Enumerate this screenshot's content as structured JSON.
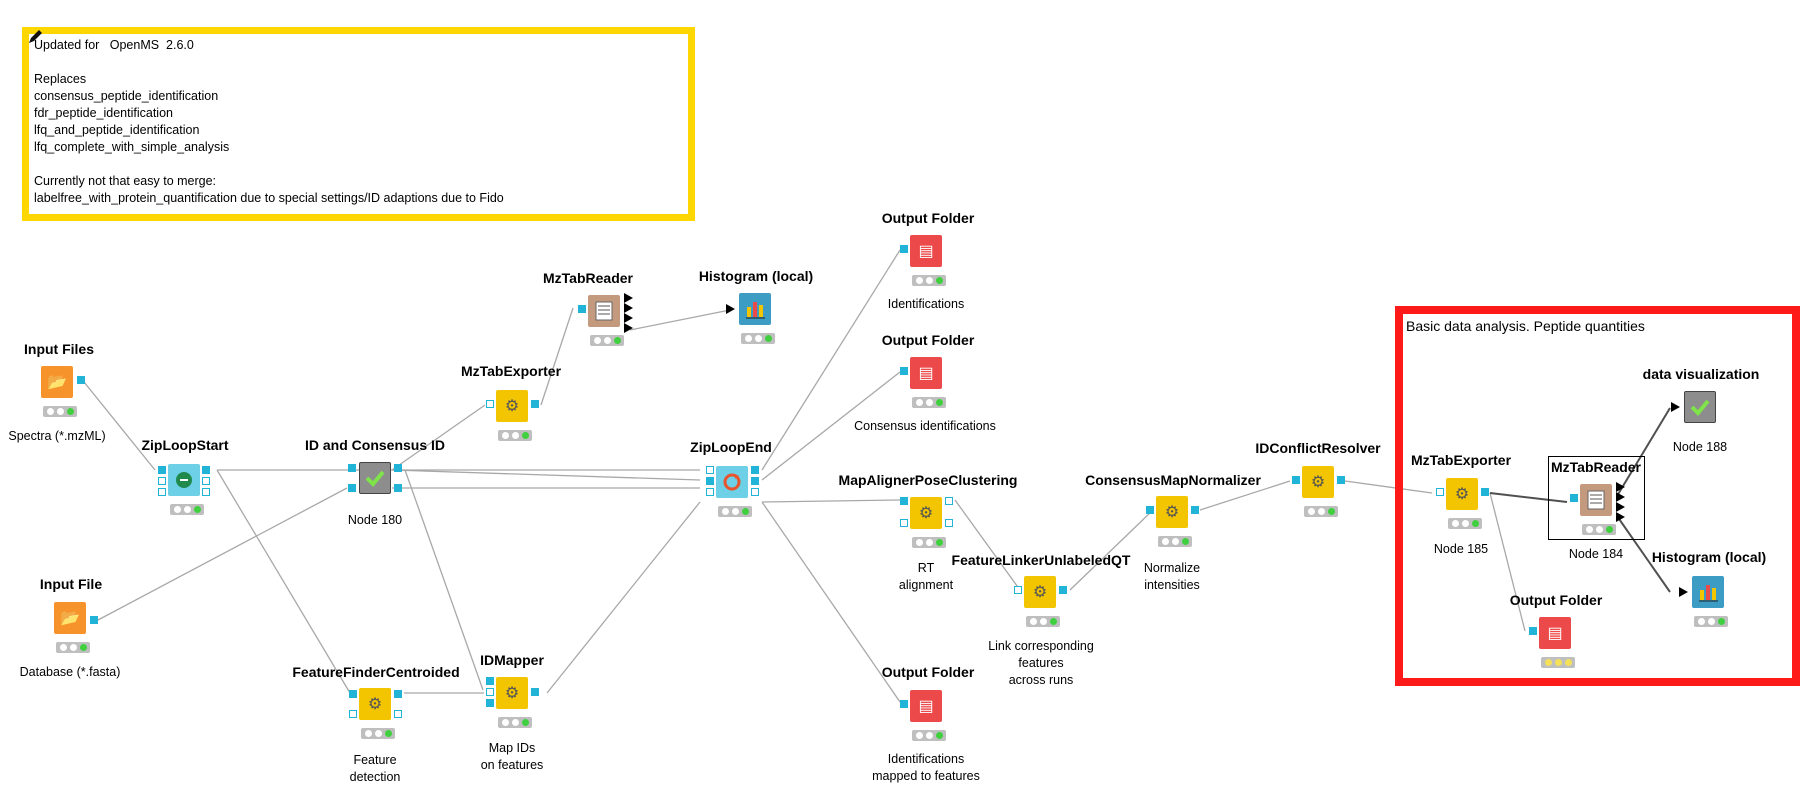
{
  "annotations": {
    "yellow_text": "Updated for   OpenMS  2.6.0\n\nReplaces\nconsensus_peptide_identification\nfdr_peptide_identification\nlfq_and_peptide_identification\nlfq_complete_with_simple_analysis\n\nCurrently not that easy to merge:\nlabelfree_with_protein_quantification due to special settings/ID adaptions due to Fido",
    "red_text": "Basic data analysis. Peptide quantities",
    "yellow_color": "#ffd700",
    "red_color": "#ff1a1a"
  },
  "nodes": {
    "input_files": {
      "title": "Input Files",
      "label": "Spectra (*.mzML)",
      "icon": "folder-icon"
    },
    "input_file": {
      "title": "Input File",
      "label": "Database (*.fasta)",
      "icon": "folder-icon"
    },
    "zip_loop_start": {
      "title": "ZipLoopStart",
      "label": "",
      "icon": "loop-start-icon"
    },
    "id_consensus": {
      "title": "ID and Consensus ID",
      "label": "Node 180",
      "icon": "checkmark-icon"
    },
    "mztab_exporter_1": {
      "title": "MzTabExporter",
      "label": "",
      "icon": "gear-doc-icon"
    },
    "mztab_reader_1": {
      "title": "MzTabReader",
      "label": "",
      "icon": "table-icon"
    },
    "histogram_1": {
      "title": "Histogram (local)",
      "label": "",
      "icon": "bar-chart-icon"
    },
    "feature_finder": {
      "title": "FeatureFinderCentroided",
      "label": "Feature\ndetection",
      "icon": "gear-doc-icon"
    },
    "id_mapper": {
      "title": "IDMapper",
      "label": "Map IDs\non features",
      "icon": "gear-doc-icon"
    },
    "zip_loop_end": {
      "title": "ZipLoopEnd",
      "label": "",
      "icon": "loop-end-icon"
    },
    "output_folder_1": {
      "title": "Output Folder",
      "label": "Identifications",
      "icon": "output-folder-icon"
    },
    "output_folder_2": {
      "title": "Output Folder",
      "label": "Consensus identifications",
      "icon": "output-folder-icon"
    },
    "output_folder_3": {
      "title": "Output Folder",
      "label": "Identifications\nmapped to features",
      "icon": "output-folder-icon"
    },
    "map_aligner": {
      "title": "MapAlignerPoseClustering",
      "label": "RT\nalignment",
      "icon": "gear-doc-icon"
    },
    "feature_linker": {
      "title": "FeatureLinkerUnlabeledQT",
      "label": "Link corresponding\nfeatures\nacross runs",
      "icon": "gear-doc-icon"
    },
    "consensus_normalizer": {
      "title": "ConsensusMapNormalizer",
      "label": "Normalize\nintensities",
      "icon": "gear-doc-icon"
    },
    "id_conflict_resolver": {
      "title": "IDConflictResolver",
      "label": "",
      "icon": "gear-doc-icon"
    },
    "mztab_exporter_2": {
      "title": "MzTabExporter",
      "label": "Node 185",
      "icon": "gear-doc-icon"
    },
    "mztab_reader_2": {
      "title": "MzTabReader",
      "label": "Node 184",
      "icon": "table-icon"
    },
    "data_visualization": {
      "title": "data visualization",
      "label": "Node 188",
      "icon": "checkmark-icon"
    },
    "histogram_2": {
      "title": "Histogram (local)",
      "label": "",
      "icon": "bar-chart-icon"
    },
    "output_folder_4": {
      "title": "Output Folder",
      "label": "",
      "icon": "output-folder-icon"
    }
  },
  "colors": {
    "port": "#22b4d6",
    "connection": "#a0a0a0",
    "status_green": "#3fcf3f",
    "status_yellow": "#f5e05a"
  }
}
